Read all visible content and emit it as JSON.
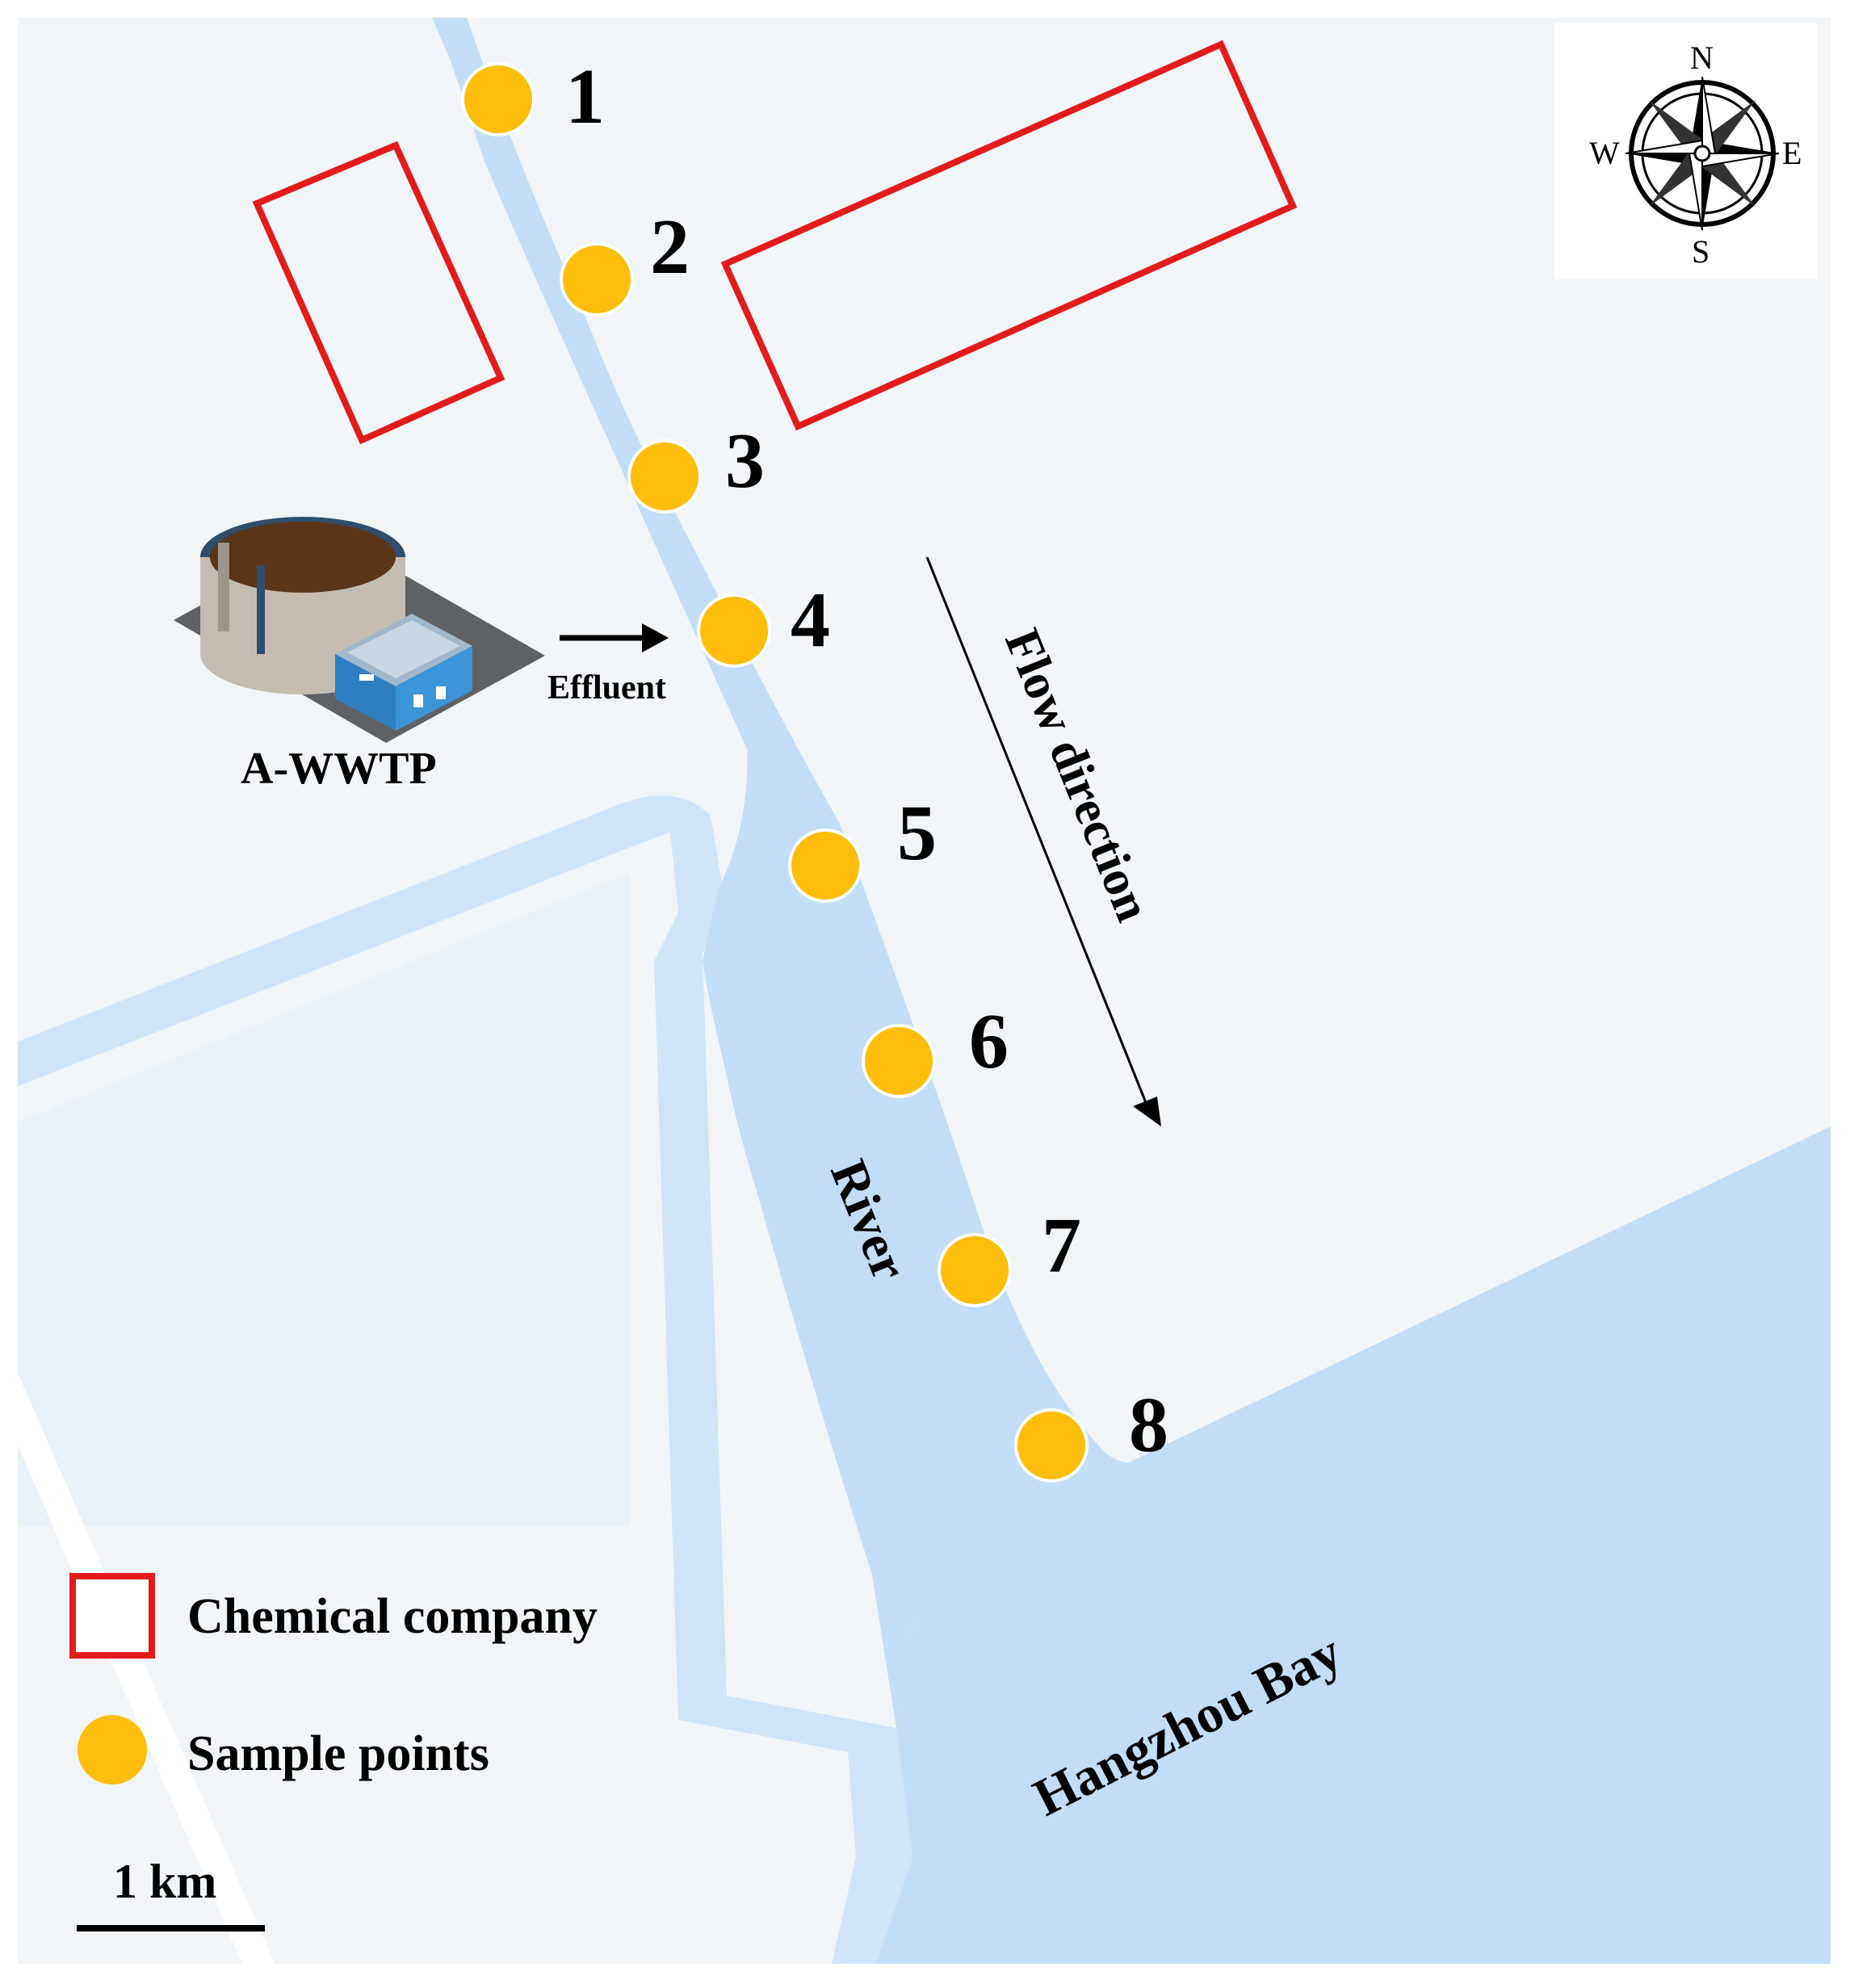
{
  "colors": {
    "land": "#f1f5f8",
    "water": "#c2ddf7",
    "water_light": "#cfe4f8",
    "inner_land": "#e8f0f8",
    "company_border": "#e31b1b",
    "sample_point": "#ffbe0b",
    "text": "#000000"
  },
  "sample_points": [
    {
      "id": "1",
      "label": "1"
    },
    {
      "id": "2",
      "label": "2"
    },
    {
      "id": "3",
      "label": "3"
    },
    {
      "id": "4",
      "label": "4"
    },
    {
      "id": "5",
      "label": "5"
    },
    {
      "id": "6",
      "label": "6"
    },
    {
      "id": "7",
      "label": "7"
    },
    {
      "id": "8",
      "label": "8"
    }
  ],
  "labels": {
    "wwtp": "A-WWTP",
    "effluent": "Effluent",
    "flow": "Flow direction",
    "river": "River",
    "bay": "Hangzhou Bay"
  },
  "compass": {
    "n": "N",
    "s": "S",
    "e": "E",
    "w": "W",
    "icon": "compass-rose-icon"
  },
  "legend": {
    "company": "Chemical company",
    "samples": "Sample points"
  },
  "scale": {
    "label": "1 km"
  }
}
